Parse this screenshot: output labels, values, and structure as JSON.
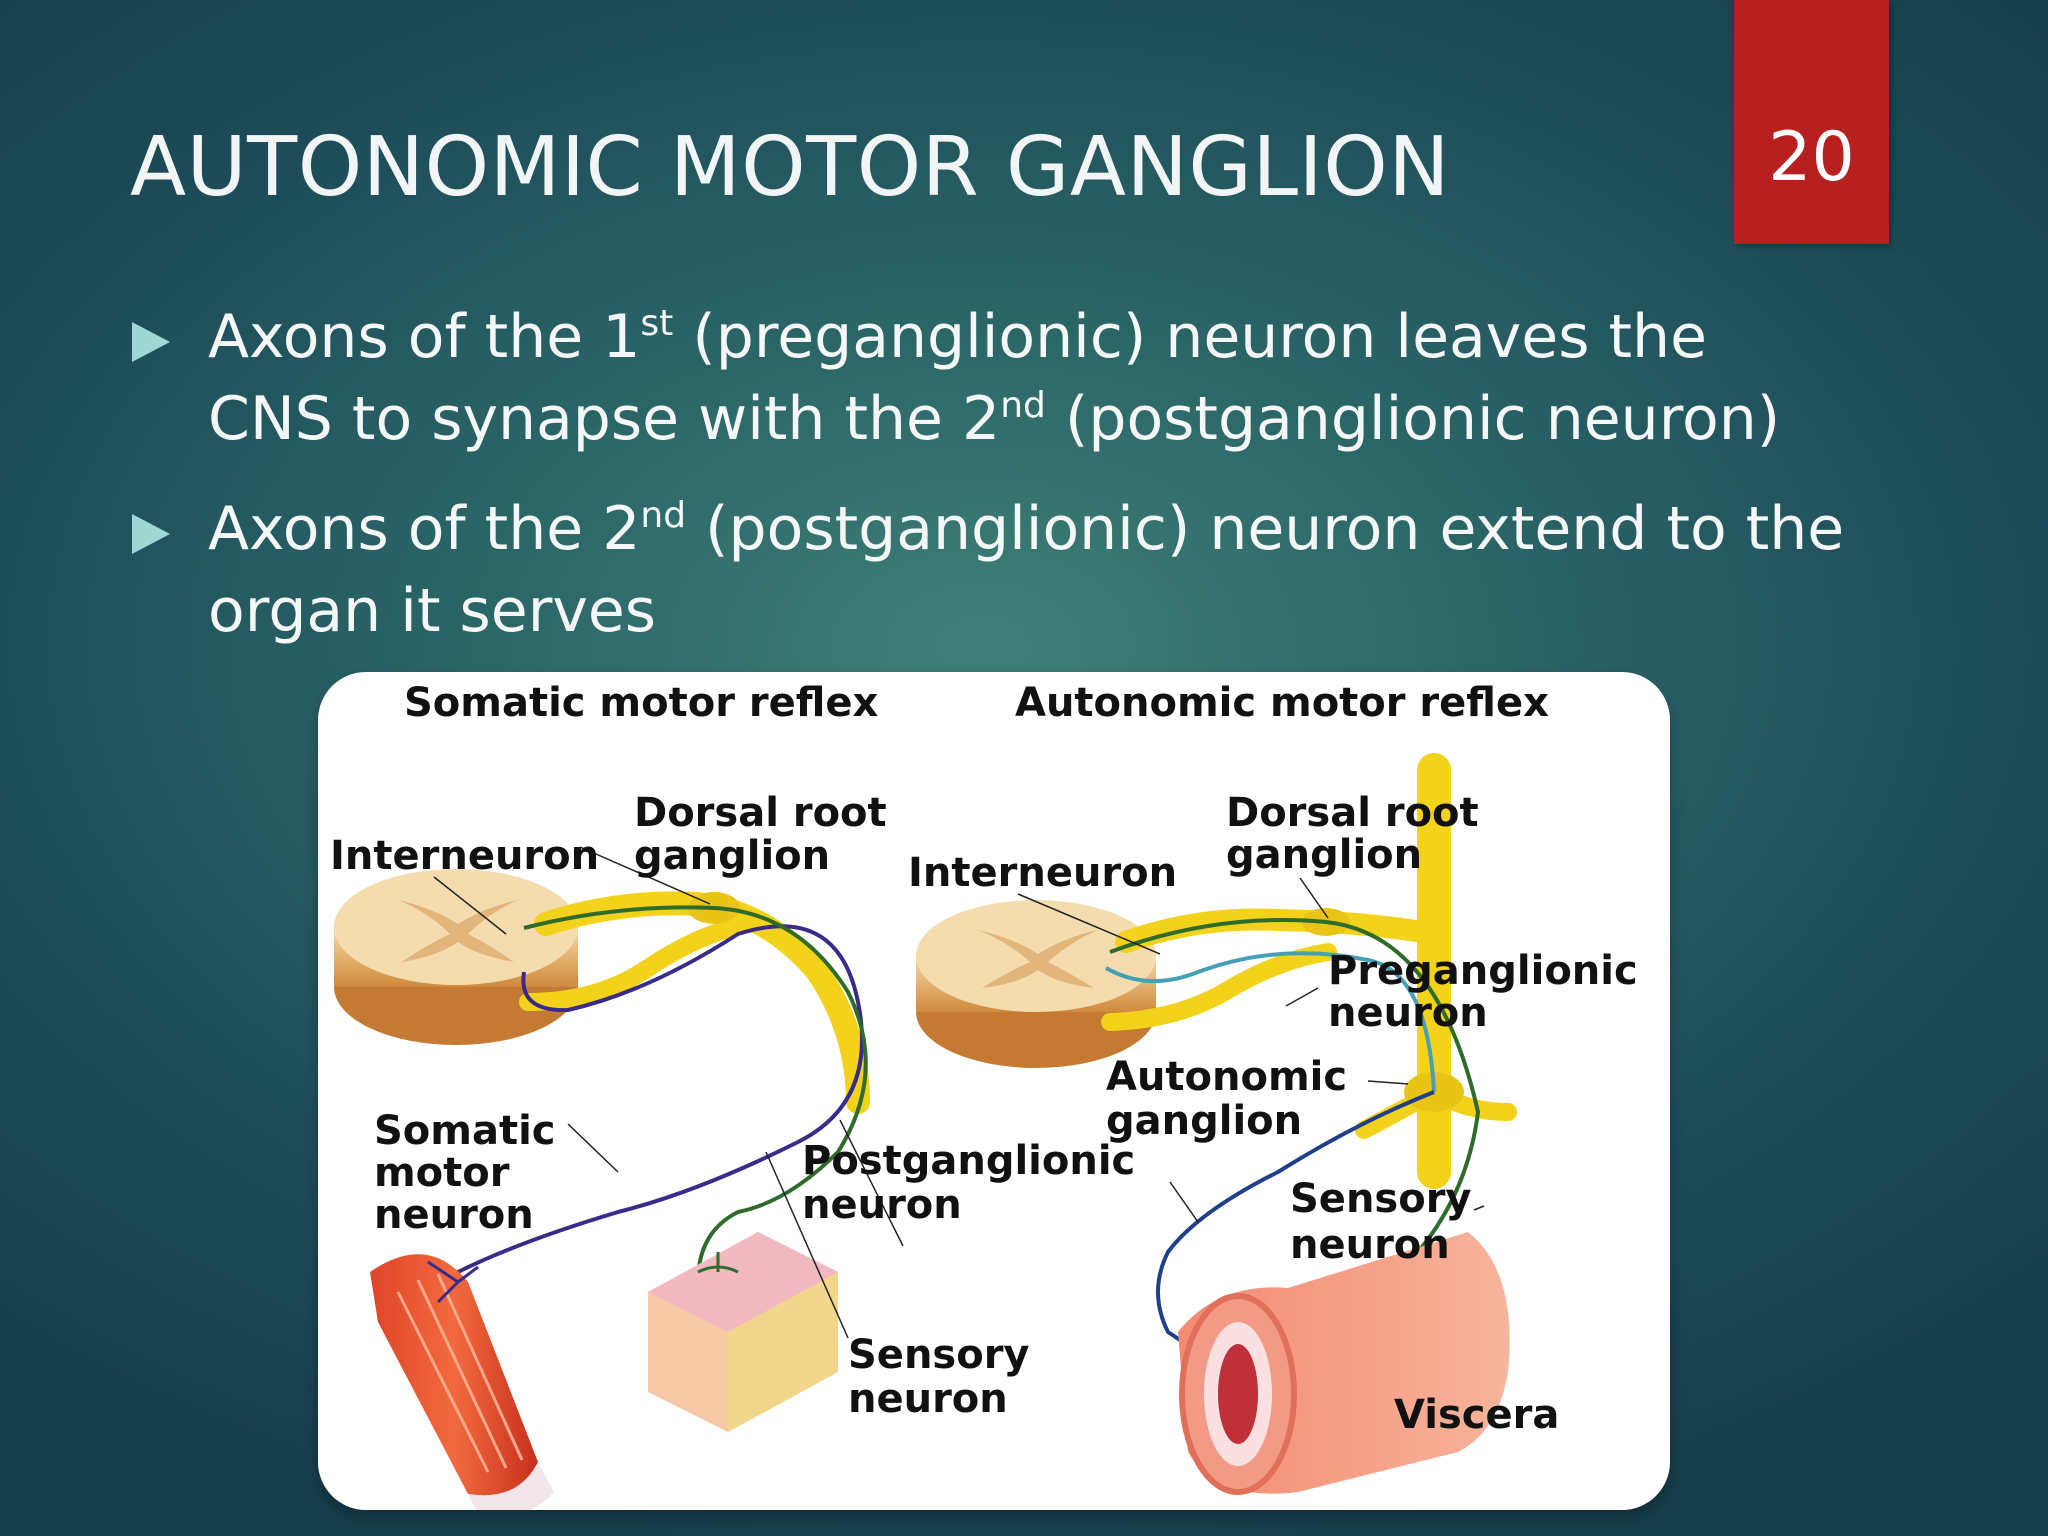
{
  "slide": {
    "title": "AUTONOMIC MOTOR GANGLION",
    "page_number": "20"
  },
  "bullets": [
    {
      "icon": "triangle-bullet-icon",
      "part1": "Axons of the  1",
      "sup1": "st",
      "part2": " (preganglionic) neuron leaves the CNS to synapse with the 2",
      "sup2": "nd",
      "part3": " (postganglionic neuron)"
    },
    {
      "icon": "triangle-bullet-icon",
      "part1": "Axons of the  2",
      "sup1": "nd",
      "part2": " (postganglionic) neuron extend to the organ it serves"
    }
  ],
  "figure": {
    "somatic_title": "Somatic motor reflex",
    "autonomic_title": "Autonomic motor reflex",
    "somatic": {
      "dorsal_root_1": "Dorsal root",
      "dorsal_root_2": "ganglion",
      "interneuron": "Interneuron",
      "somatic_1": "Somatic",
      "somatic_2": "motor",
      "somatic_3": "neuron",
      "sensory_1": "Sensory",
      "sensory_2": "neuron"
    },
    "autonomic": {
      "dorsal_root_1": "Dorsal root",
      "dorsal_root_2": "ganglion",
      "interneuron": "Interneuron",
      "pregang_1": "Preganglionic",
      "pregang_2": "neuron",
      "autonomic_1": "Autonomic",
      "autonomic_2": "ganglion",
      "postgang_1": "Postganglionic",
      "postgang_2": "neuron",
      "sensory_1": "Sensory",
      "sensory_2": "neuron",
      "viscera": "Viscera"
    }
  },
  "colors": {
    "badge": "#b8201f",
    "bullet": "#9fd7d4",
    "nerve": "#f2d21b",
    "motor_axon": "#3a2a8a",
    "sensory_axon": "#2f6b2a"
  }
}
